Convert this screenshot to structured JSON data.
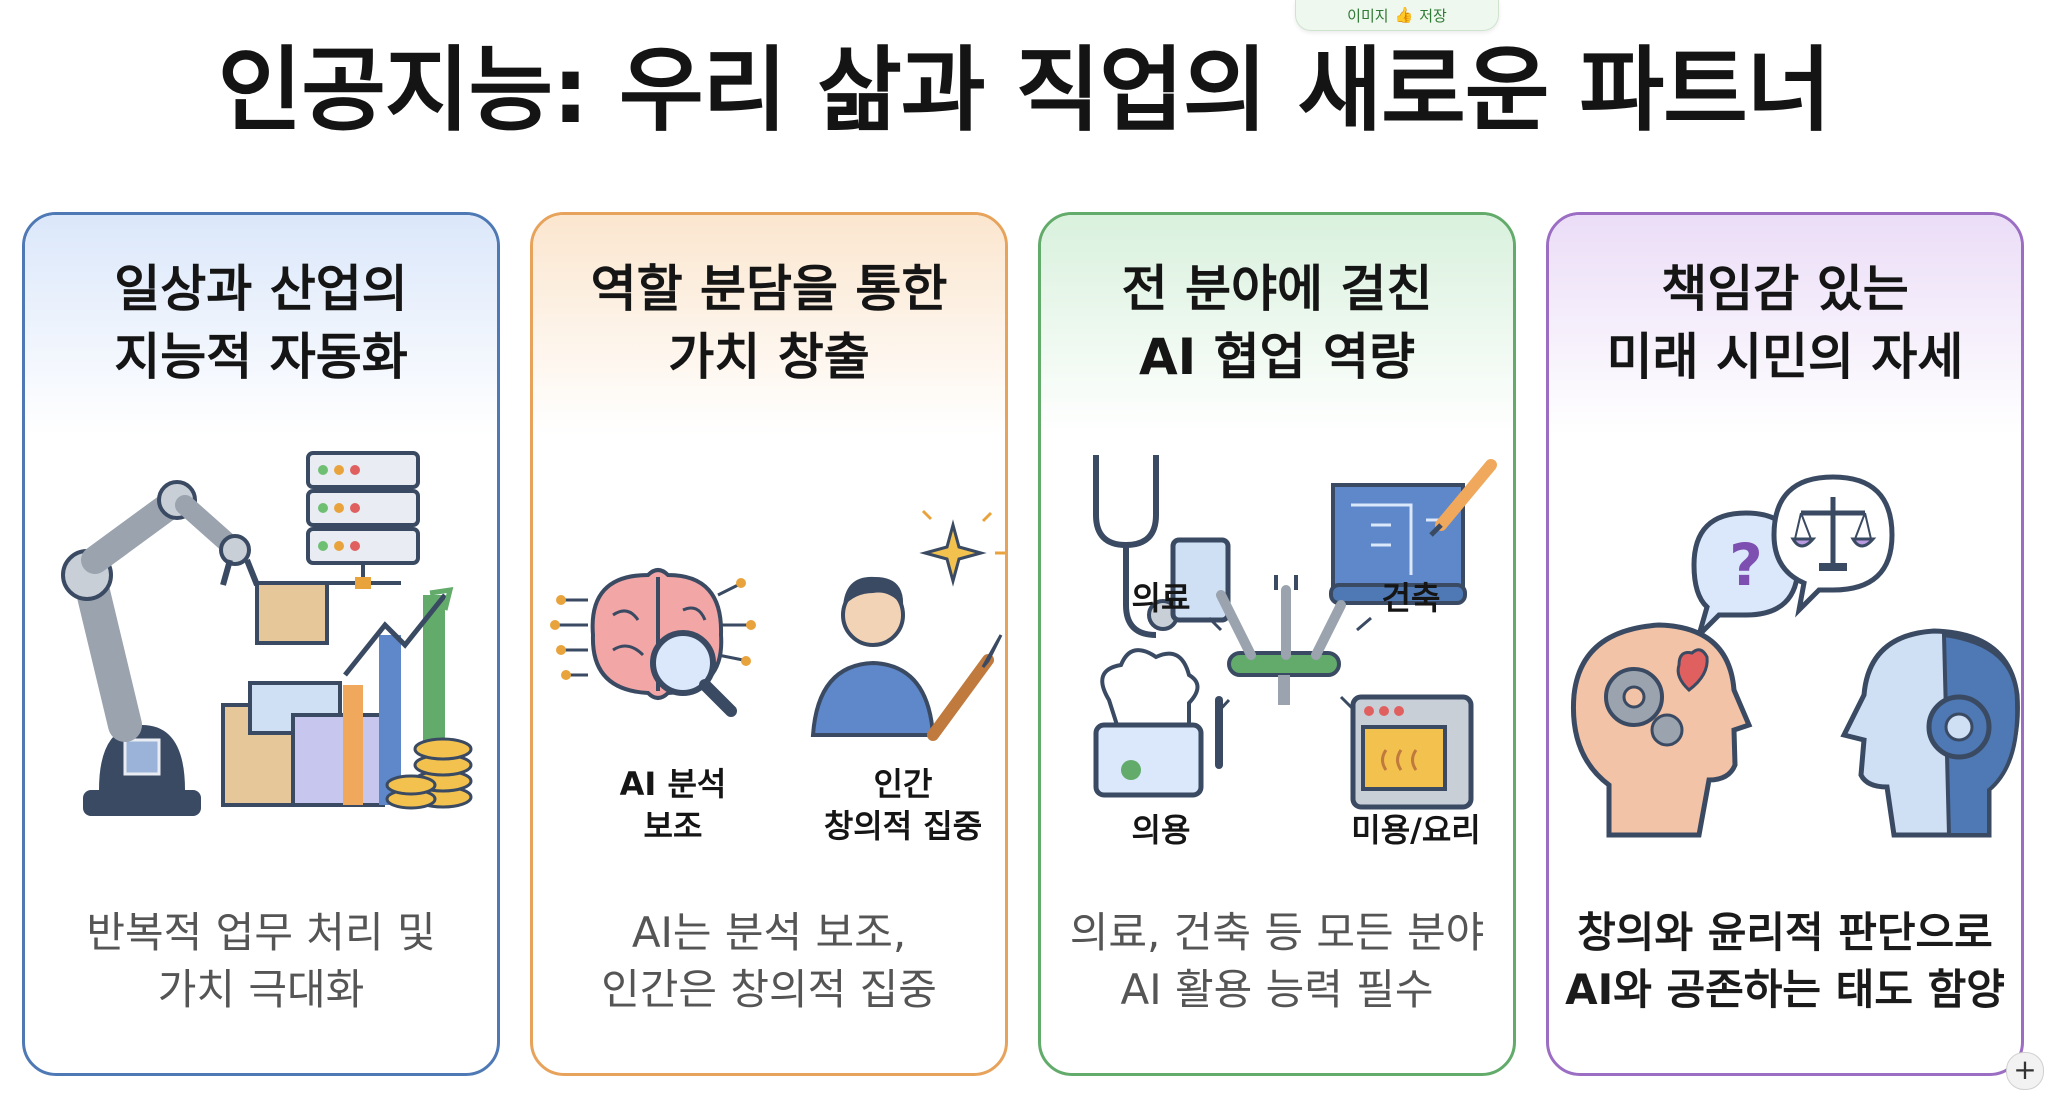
{
  "save_button": {
    "label_left": "이미지",
    "label_right": "저장"
  },
  "title": "인공지능: 우리 삶과 직업의 새로운 파트너",
  "cards": [
    {
      "heading_line1": "일상과 산업의",
      "heading_line2": "지능적 자동화",
      "desc_line1": "반복적 업무 처리 및",
      "desc_line2": "가치 극대화"
    },
    {
      "heading_line1": "역할 분담을 통한",
      "heading_line2": "가치 창출",
      "labels": [
        {
          "line1": "AI 분석",
          "line2": "보조"
        },
        {
          "line1": "인간",
          "line2": "창의적 집중"
        }
      ],
      "desc_line1": "AI는 분석 보조,",
      "desc_line2": "인간은 창의적 집중"
    },
    {
      "heading_line1": "전 분야에 걸친",
      "heading_line2": "AI 협업 역량",
      "labels": [
        "의료",
        "건축",
        "의용",
        "미용/요리"
      ],
      "desc_line1": "의료, 건축 등 모든 분야",
      "desc_line2": "AI 활용 능력 필수"
    },
    {
      "heading_line1": "책임감 있는",
      "heading_line2": "미래 시민의 자세",
      "desc_line1": "창의와 윤리적 판단으로",
      "desc_line2": "AI와 공존하는 태도 함양"
    }
  ],
  "colors": {
    "blue": "#4e79b5",
    "orange": "#e7a35b",
    "green": "#62ab6b",
    "purple": "#9b6ec4"
  }
}
